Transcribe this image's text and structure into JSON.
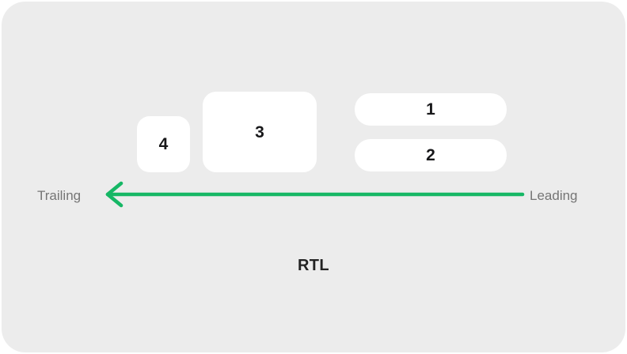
{
  "diagram": {
    "mode_caption": "RTL",
    "panel_background": "#ececec",
    "axis": {
      "start_label": "Trailing",
      "end_label": "Leading",
      "arrow_color": "#16b765",
      "arrow_direction": "right-to-left",
      "label_color": "#757575"
    },
    "items": [
      {
        "label": "1",
        "position": "row-1-right"
      },
      {
        "label": "2",
        "position": "row-2-right"
      },
      {
        "label": "3",
        "position": "center"
      },
      {
        "label": "4",
        "position": "left"
      }
    ]
  }
}
